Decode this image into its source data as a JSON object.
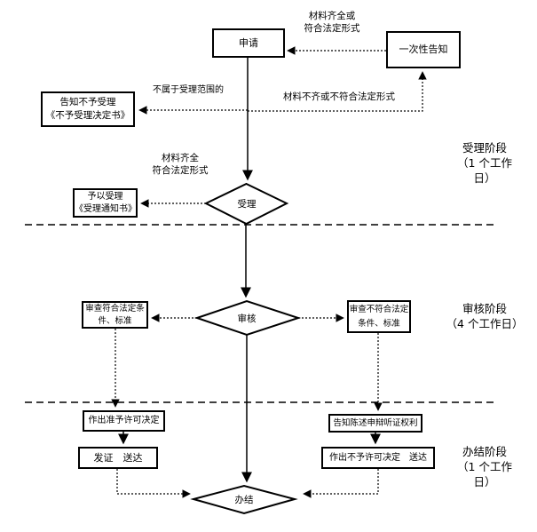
{
  "flowchart": {
    "nodes": {
      "apply": "申请",
      "one_time_notice": "一次性告知",
      "reject_notice": "告知不予受理\n《不予受理决定书》",
      "accept": "受理",
      "accept_notice": "予以受理\n《受理通知书》",
      "review": "审核",
      "review_pass": "审查符合法定条\n件、标准",
      "review_fail": "审查不符合法定\n条件、标准",
      "grant_decision": "作出准予许可决定",
      "issue_deliver": "发证　送达",
      "hearing_rights": "告知陈述申辩听证权利",
      "deny_decision": "作出不予许可决定　送达",
      "finish": "办结"
    },
    "edge_labels": {
      "materials_complete_or_legal_form": "材料齐全或\n符合法定形式",
      "not_in_acceptance_scope": "不属于受理范围的",
      "materials_incomplete_or_not_legal_form": "材料不齐或不符合法定形式",
      "materials_complete_legal_form": "材料齐全\n符合法定形式"
    },
    "stages": {
      "accept_stage": "受理阶段\n（1 个工作\n日）",
      "review_stage": "审核阶段\n（4 个工作日）",
      "finish_stage": "办结阶段\n（1 个工作\n日）"
    },
    "colors": {
      "line": "#000000",
      "text": "#000000",
      "node_fill": "#ffffff",
      "background": "#ffffff"
    }
  }
}
